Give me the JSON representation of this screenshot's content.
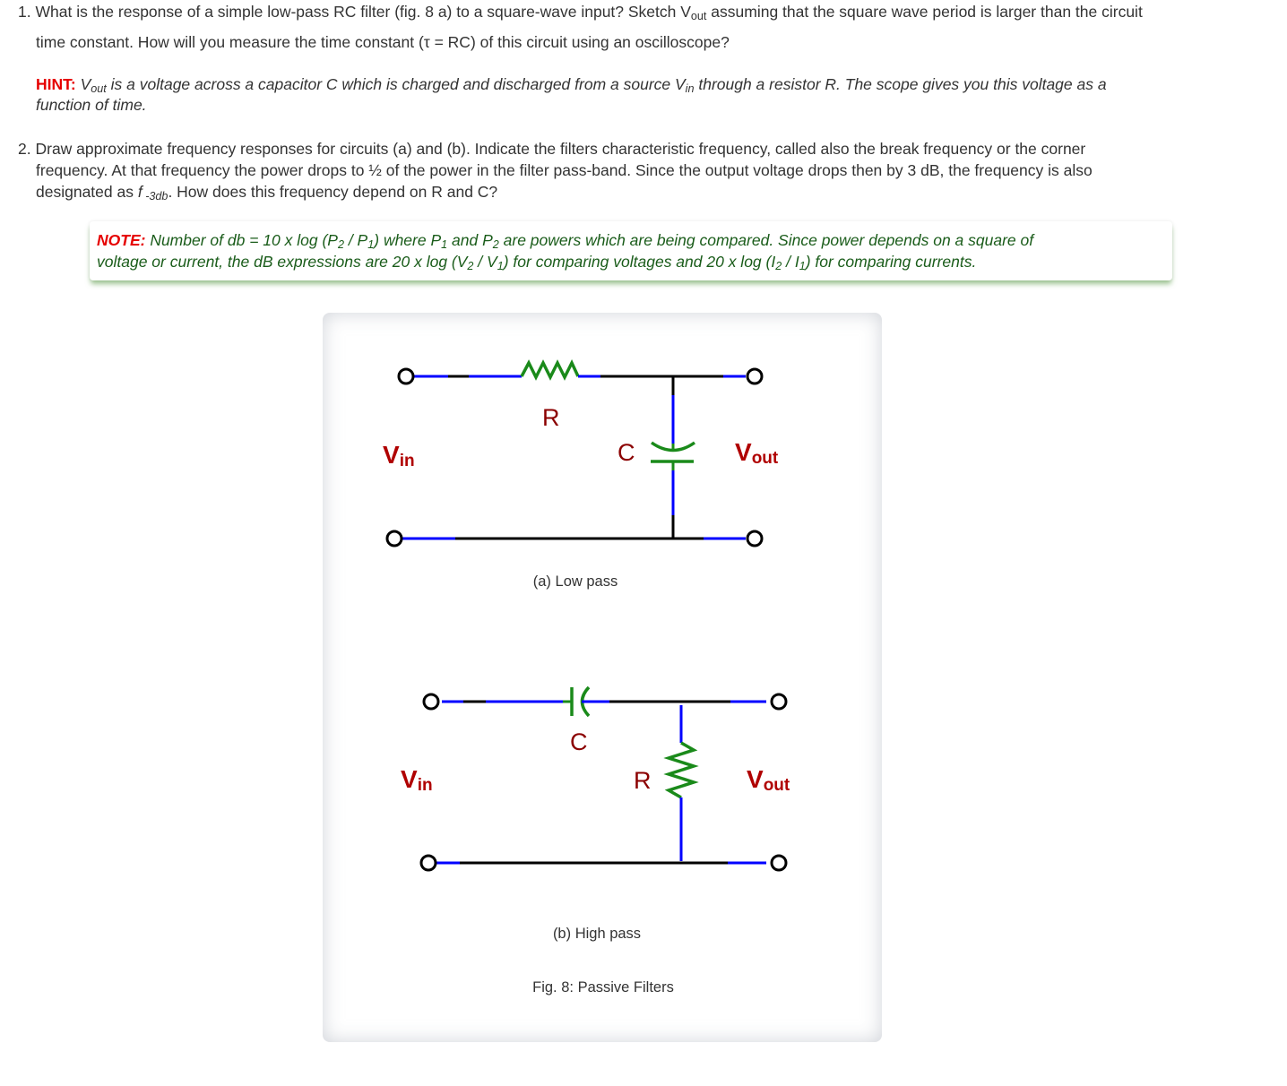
{
  "questions": [
    {
      "number": "1.",
      "line1_pre": "What is the response of a simple low-pass RC filter (fig. 8 a) to a square-wave input? Sketch V",
      "line1_sub": "out",
      "line1_post": " assuming that the square wave period is larger than the circuit",
      "line2": "time constant. How will you measure the time constant (τ = RC) of this circuit using an oscilloscope?",
      "hint": {
        "label": "HINT:",
        "v": " V",
        "v_sub": "out",
        "text_a": " is a voltage across a capacitor C which is charged and discharged from a source V",
        "vin_sub": "in",
        "text_b": " through a resistor R. The scope gives you this voltage as a",
        "line2": "function of time."
      }
    },
    {
      "number": "2.",
      "line1": "Draw approximate frequency responses for circuits (a) and (b).  Indicate the filters characteristic frequency, called also the break frequency or the corner",
      "line2": "frequency.  At that frequency the power drops to ½ of the power in the filter pass-band.  Since the output voltage drops then by 3 dB, the frequency is also",
      "line3_pre": "designated as ",
      "line3_f": "f",
      "line3_sub": " -3db",
      "line3_post": ".  How does this frequency depend on R and C?"
    }
  ],
  "note": {
    "label": "NOTE:",
    "l1_a": " Number of db = 10 x log (P",
    "l1_s1": "2",
    "l1_b": " / P",
    "l1_s2": "1",
    "l1_c": ") where P",
    "l1_s3": "1",
    "l1_d": " and P",
    "l1_s4": "2",
    "l1_e": " are powers which are being compared. Since power depends on a square of",
    "l2_a": "voltage or current, the dB expressions are 20 x log (V",
    "l2_s1": "2",
    "l2_b": " / V",
    "l2_s2": "1",
    "l2_c": ") for comparing voltages and 20 x log (I",
    "l2_s3": "2",
    "l2_d": " / I",
    "l2_s4": "1",
    "l2_e": ") for comparing currents."
  },
  "figure": {
    "low_pass": {
      "resistor_label": "R",
      "capacitor_label": "C",
      "vin_label": "V",
      "vin_sub": "in",
      "vout_label": "V",
      "vout_sub": "out",
      "caption": "(a) Low pass"
    },
    "high_pass": {
      "resistor_label": "R",
      "capacitor_label": "C",
      "vin_label": "V",
      "vin_sub": "in",
      "vout_label": "V",
      "vout_sub": "out",
      "caption": "(b) High pass"
    },
    "caption": "Fig. 8: Passive Filters",
    "colors": {
      "wire_black": "#000000",
      "wire_blue": "#0000ff",
      "component_green": "#1a8a1a",
      "label_red": "#b00000",
      "label_darkred": "#8b0000"
    }
  }
}
